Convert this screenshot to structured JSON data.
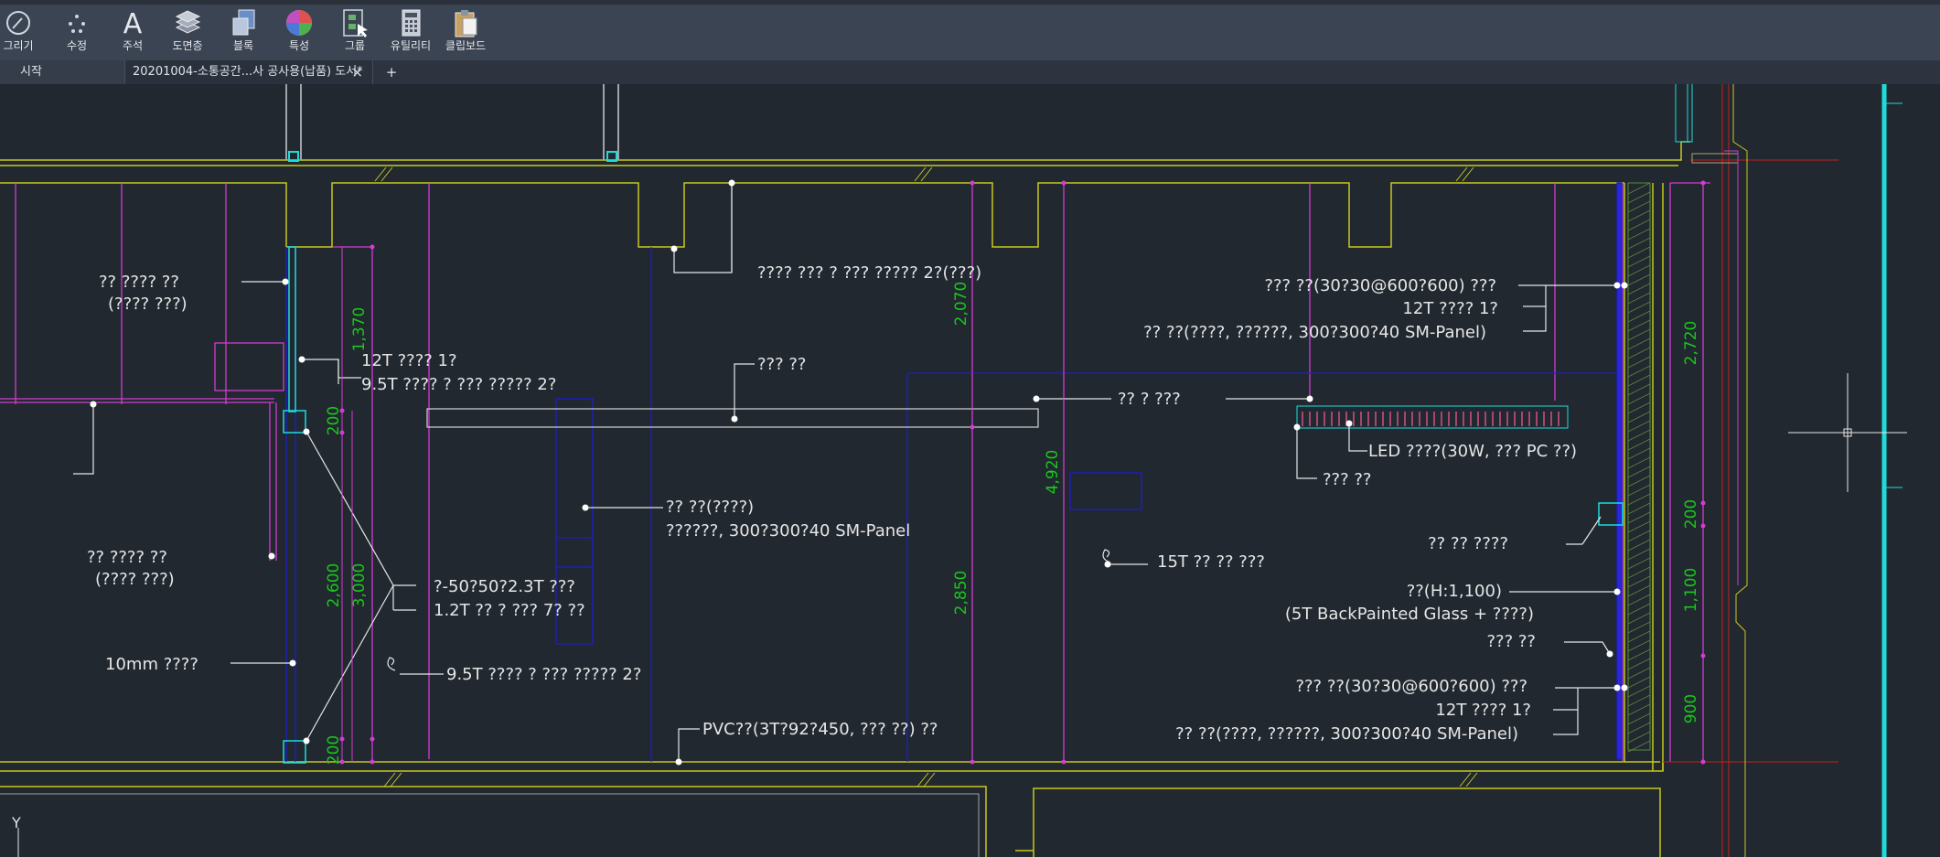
{
  "ribbon": {
    "buttons": [
      {
        "label": "그리기",
        "icon": "draw-arc-icon"
      },
      {
        "label": "수정",
        "icon": "modify-move-icon"
      },
      {
        "label": "주석",
        "icon": "annotation-text-icon"
      },
      {
        "label": "도면층",
        "icon": "layers-icon"
      },
      {
        "label": "블록",
        "icon": "block-icon"
      },
      {
        "label": "특성",
        "icon": "properties-color-wheel-icon"
      },
      {
        "label": "그룹",
        "icon": "group-icon"
      },
      {
        "label": "유틸리티",
        "icon": "utilities-calculator-icon"
      },
      {
        "label": "클립보드",
        "icon": "clipboard-icon"
      }
    ]
  },
  "tabs": {
    "start": "시작",
    "document": "20201004-소통공간...사 공사용(납품) 도서*",
    "close": "×",
    "new": "+"
  },
  "drawing": {
    "labels": {
      "l1a": "?? ???? ??",
      "l1b": "(???? ???)",
      "l2": "12T ???? 1?",
      "l3": "9.5T ???? ? ??? ????? 2?",
      "l4a": "?? ???? ??",
      "l4b": "(???? ???)",
      "l5": "?-50?50?2.3T ???",
      "l6": "1.2T ?? ? ??? 7? ??",
      "l7": "10mm ????",
      "l8": "9.5T ???? ? ??? ????? 2?",
      "l9": "PVC??(3T?92?450, ??? ??) ??",
      "l10": "???? ??? ? ??? ????? 2?(???)",
      "l11": "??? ??",
      "l12a": "?? ??(????)",
      "l12b": "??????, 300?300?40 SM-Panel",
      "l13": "?? ? ???",
      "l14": "15T ?? ?? ???",
      "r1": "??? ??(30?30@600?600) ???",
      "r2": "12T ???? 1?",
      "r3": "?? ??(????, ??????, 300?300?40 SM-Panel)",
      "r4": "LED ????(30W, ??? PC ??)",
      "r5": "??? ??",
      "r6": "?? ?? ????",
      "r7a": "??(H:1,100)",
      "r7b": "(5T BackPainted Glass + ????)",
      "r8": "??? ??",
      "r9": "??? ??(30?30@600?600) ???",
      "r10": "12T ???? 1?",
      "r11": "?? ??(????, ??????, 300?300?40 SM-Panel)",
      "ucs": "Y"
    },
    "dims": {
      "d1370": "1,370",
      "d200a": "200",
      "d2600": "2,600",
      "d3000": "3,000",
      "d200b": "200",
      "d2070": "2,070",
      "d4920": "4,920",
      "d2850": "2,850",
      "d2720": "2,720",
      "d200c": "200",
      "d1100": "1,100",
      "d900": "900"
    },
    "colors": {
      "background": "#212830",
      "wall": "#c8c81e",
      "magenta": "#d23cd2",
      "blue": "#1e1ec8",
      "white": "#e6e6e6",
      "dim_green": "#19c819",
      "cyan": "#1edcdc",
      "red": "#c81e1e"
    }
  }
}
